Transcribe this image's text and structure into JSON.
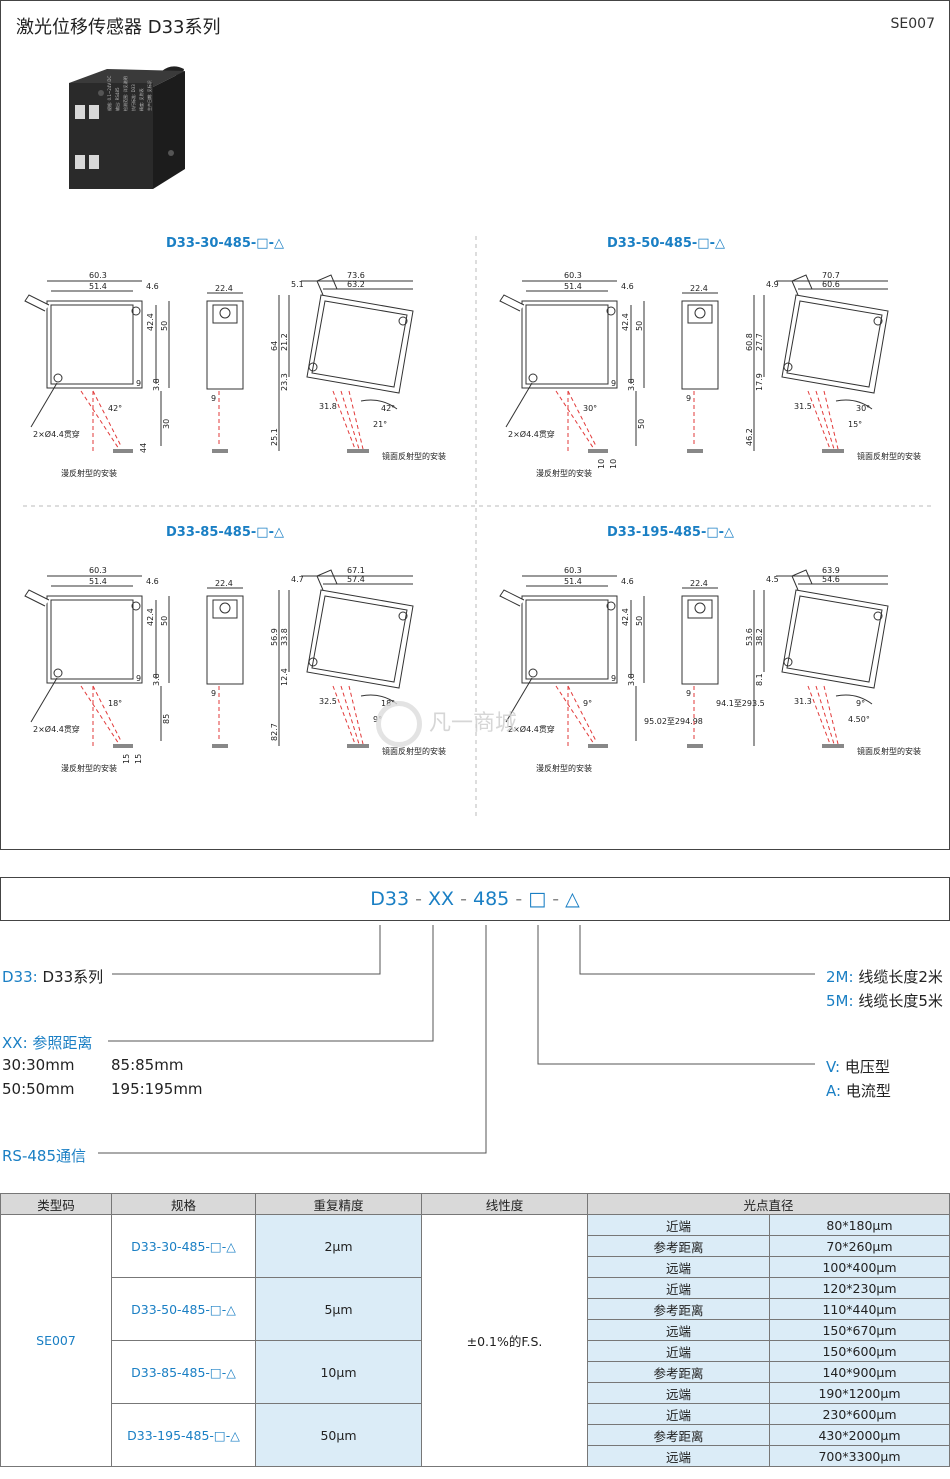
{
  "header": {
    "title": "激光位移传感器  D33系列",
    "code": "SE007"
  },
  "product_label": {
    "l1": "规格: 0.1~24V DC",
    "l2": "输出: RS485",
    "l3": "检测范围: 详见说明",
    "l4": "执行标准: D33",
    "l5": "精度: 见附表",
    "l6": "生产日期: 见标识"
  },
  "drawings": [
    {
      "title": "D33-30-485-□-△",
      "front": {
        "w_total": "60.3",
        "w_inner": "51.4",
        "offset": "4.6",
        "h1": "42.4",
        "h2": "50",
        "h3": "3.8",
        "dist": "30",
        "hole_label": "2×Ø4.4贯穿",
        "spot_w": "9",
        "angle": "42°",
        "small": "44"
      },
      "side": {
        "w": "22.4",
        "spot": "9"
      },
      "mirror": {
        "w_total": "73.6",
        "w_inner": "63.2",
        "offset": "5.1",
        "h1": "64",
        "h2": "21.2",
        "h3": "23.3",
        "h4": "25.1",
        "x": "31.8",
        "a1": "42°",
        "a2": "21°"
      },
      "label_diffuse": "漫反射型的安装",
      "label_mirror": "镜面反射型的安装"
    },
    {
      "title": "D33-50-485-□-△",
      "front": {
        "w_total": "60.3",
        "w_inner": "51.4",
        "offset": "4.6",
        "h1": "42.4",
        "h2": "50",
        "h3": "3.8",
        "dist": "50",
        "hole_label": "2×Ø4.4贯穿",
        "spot_w": "9",
        "angle": "30°",
        "small1": "10",
        "small2": "10"
      },
      "side": {
        "w": "22.4",
        "spot": "9"
      },
      "mirror": {
        "w_total": "70.7",
        "w_inner": "60.6",
        "offset": "4.9",
        "h1": "60.8",
        "h2": "27.7",
        "h3": "17.9",
        "h4": "46.2",
        "x": "31.5",
        "a1": "30°",
        "a2": "15°"
      },
      "label_diffuse": "漫反射型的安装",
      "label_mirror": "镜面反射型的安装"
    },
    {
      "title": "D33-85-485-□-△",
      "front": {
        "w_total": "60.3",
        "w_inner": "51.4",
        "offset": "4.6",
        "h1": "42.4",
        "h2": "50",
        "h3": "3.8",
        "dist": "85",
        "hole_label": "2×Ø4.4贯穿",
        "spot_w": "9",
        "angle": "18°",
        "small1": "15",
        "small2": "15"
      },
      "side": {
        "w": "22.4",
        "spot": "9"
      },
      "mirror": {
        "w_total": "67.1",
        "w_inner": "57.4",
        "offset": "4.7",
        "h1": "56.9",
        "h2": "33.8",
        "h3": "12.4",
        "h4": "82.7",
        "x": "32.5",
        "a1": "18°",
        "a2": "9°"
      },
      "label_diffuse": "漫反射型的安装",
      "label_mirror": "镜面反射型的安装"
    },
    {
      "title": "D33-195-485-□-△",
      "front": {
        "w_total": "60.3",
        "w_inner": "51.4",
        "offset": "4.6",
        "h1": "42.4",
        "h2": "50",
        "h3": "3.8",
        "dist": "95.02至294.98",
        "hole_label": "2×Ø4.4贯穿",
        "spot_w": "9",
        "angle": "9°"
      },
      "side": {
        "w": "22.4",
        "spot": "9",
        "dist": "94.1至293.5"
      },
      "mirror": {
        "w_total": "63.9",
        "w_inner": "54.6",
        "offset": "4.5",
        "h1": "53.6",
        "h2": "38.2",
        "h3": "8.1",
        "x": "31.3",
        "a1": "9°",
        "a2": "4.50°"
      },
      "label_diffuse": "漫反射型的安装",
      "label_mirror": "镜面反射型的安装"
    }
  ],
  "watermark": "凡一商城",
  "model_code": {
    "p1": "D33",
    "p2": "XX",
    "p3": "485",
    "p4": "□",
    "p5": "△",
    "sep": "-"
  },
  "legend": {
    "d33": {
      "key": "D33",
      "sep": ":",
      "val": "D33系列"
    },
    "xx": {
      "key": "XX",
      "sep": ":",
      "val": "参照距离"
    },
    "xx_opts": [
      "30:30mm",
      "85:85mm",
      "50:50mm",
      "195:195mm"
    ],
    "rs": "RS-485通信",
    "m2": {
      "key": "2M",
      "sep": ":",
      "val": "线缆长度2米"
    },
    "m5": {
      "key": "5M",
      "sep": ":",
      "val": "线缆长度5米"
    },
    "v": {
      "key": "V",
      "sep": ":",
      "val": "电压型"
    },
    "a": {
      "key": "A",
      "sep": ":",
      "val": "电流型"
    }
  },
  "table": {
    "headers": [
      "类型码",
      "规格",
      "重复精度",
      "线性度",
      "光点直径"
    ],
    "type_code": "SE007",
    "linearity": "±0.1%的F.S.",
    "groups": [
      {
        "spec": "D33-30-485-□-△",
        "precision": "2μm",
        "rows": [
          [
            "近端",
            "80*180μm"
          ],
          [
            "参考距离",
            "70*260μm"
          ],
          [
            "远端",
            "100*400μm"
          ]
        ]
      },
      {
        "spec": "D33-50-485-□-△",
        "precision": "5μm",
        "rows": [
          [
            "近端",
            "120*230μm"
          ],
          [
            "参考距离",
            "110*440μm"
          ],
          [
            "远端",
            "150*670μm"
          ]
        ]
      },
      {
        "spec": "D33-85-485-□-△",
        "precision": "10μm",
        "rows": [
          [
            "近端",
            "150*600μm"
          ],
          [
            "参考距离",
            "140*900μm"
          ],
          [
            "远端",
            "190*1200μm"
          ]
        ]
      },
      {
        "spec": "D33-195-485-□-△",
        "precision": "50μm",
        "rows": [
          [
            "近端",
            "230*600μm"
          ],
          [
            "参考距离",
            "430*2000μm"
          ],
          [
            "远端",
            "700*3300μm"
          ]
        ]
      }
    ]
  }
}
